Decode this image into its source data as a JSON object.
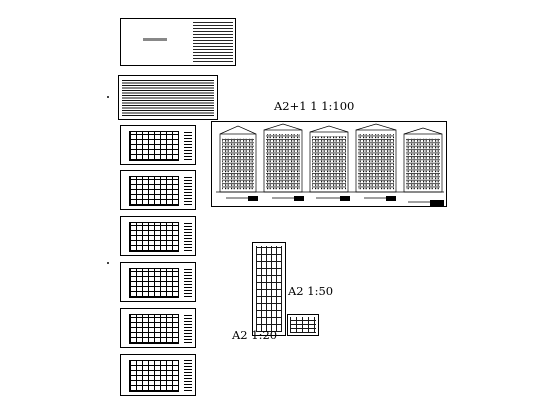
{
  "labels": {
    "elevations": "A2+1 1  1:100",
    "details_a": "A2  1:50",
    "details_b": "A2  1:20"
  }
}
